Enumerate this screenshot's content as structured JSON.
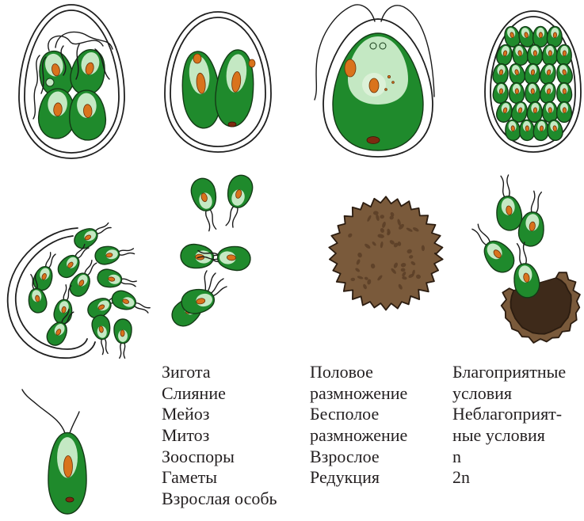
{
  "labels": {
    "column1": [
      "Зигота",
      "Слияние",
      "Мейоз",
      "Митоз",
      "Зооспоры",
      "Гаметы",
      "Взрослая особь"
    ],
    "column2": [
      "Половое",
      "размножение",
      "Бесполое",
      "размножение",
      "Взрослое",
      "Редукция"
    ],
    "column3": [
      "Благоприятные",
      "условия",
      "Неблагоприят-",
      "ные условия",
      "n",
      "2n"
    ]
  },
  "colors": {
    "cell_green": "#1f8a2c",
    "cell_outline": "#143a16",
    "pale_region": "#c4e8c3",
    "nucleus": "#d9731c",
    "flagellum": "#1a1a1a",
    "zygote_wall": "#7a5a3b",
    "zygote_speckle": "#5a3e27",
    "shell_interior": "#3e2a1a",
    "stigma": "#7c2a10",
    "text": "#231f20"
  }
}
